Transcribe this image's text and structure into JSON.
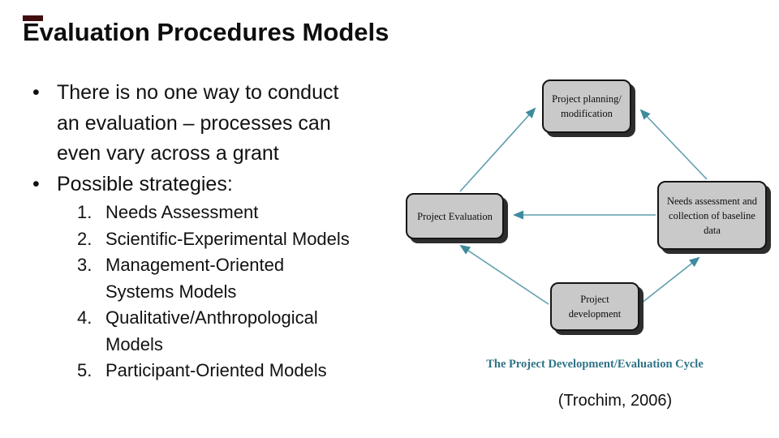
{
  "slide": {
    "title": "Evaluation Procedures Models",
    "bullets": [
      {
        "marker": "•",
        "lines": [
          "There is no one way to conduct",
          "an evaluation – processes can",
          "even vary across a grant"
        ]
      },
      {
        "marker": "•",
        "lines": [
          "Possible strategies:"
        ]
      }
    ],
    "numbered_list": [
      {
        "number": "1.",
        "lines": [
          "Needs Assessment"
        ]
      },
      {
        "number": "2.",
        "lines": [
          "Scientific-Experimental Models"
        ]
      },
      {
        "number": "3.",
        "lines": [
          "Management-Oriented",
          "Systems Models"
        ]
      },
      {
        "number": "4.",
        "lines": [
          "Qualitative/Anthropological",
          "Models"
        ]
      },
      {
        "number": "5.",
        "lines": [
          "Participant-Oriented Models"
        ]
      }
    ],
    "citation": "(Trochim, 2006)"
  },
  "diagram": {
    "caption": "The Project Development/Evaluation Cycle",
    "boxes": {
      "planning": {
        "lines": [
          "Project planning/",
          "modification"
        ]
      },
      "evaluation": {
        "lines": [
          "Project Evaluation"
        ]
      },
      "needs": {
        "lines": [
          "Needs assessment and",
          "collection of baseline data"
        ]
      },
      "development": {
        "lines": [
          "Project development"
        ]
      }
    },
    "arrows": [
      {
        "from": "project-evaluation",
        "to": "project-planning-modification"
      },
      {
        "from": "needs-assessment",
        "to": "project-planning-modification"
      },
      {
        "from": "needs-assessment",
        "to": "project-evaluation"
      },
      {
        "from": "project-development",
        "to": "project-evaluation"
      },
      {
        "from": "project-development",
        "to": "needs-assessment"
      }
    ],
    "colors": {
      "arrow_line": "#5e9eae",
      "arrow_head": "#3f8b9e",
      "box_fill": "#c9c9c9",
      "box_border": "#151515",
      "box_shadow": "#2d2d2d",
      "caption_text": "#2f7387",
      "accent_mark": "#400e0e"
    }
  }
}
